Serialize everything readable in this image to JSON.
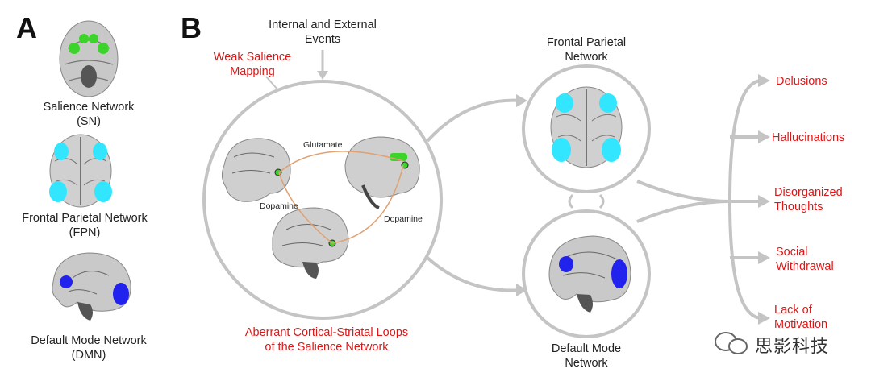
{
  "panel_a": {
    "letter": "A",
    "networks": [
      {
        "name": "Salience Network",
        "abbr": "(SN)",
        "color": "#3cd42a"
      },
      {
        "name": "Frontal Parietal Network",
        "abbr": "(FPN)",
        "color": "#33e6ff"
      },
      {
        "name": "Default Mode Network",
        "abbr": "(DMN)",
        "color": "#2222ee"
      }
    ]
  },
  "panel_b": {
    "letter": "B",
    "input_label": [
      "Internal and External",
      "Events"
    ],
    "weak_salience": [
      "Weak Salience",
      "Mapping"
    ],
    "loop_caption": [
      "Aberrant Cortical-Striatal Loops",
      "of the Salience Network"
    ],
    "pathway_labels": {
      "glutamate": "Glutamate",
      "dopamine_left": "Dopamine",
      "dopamine_right": "Dopamine"
    },
    "fpn_title": [
      "Frontal Parietal",
      "Network"
    ],
    "dmn_title": [
      "Default Mode",
      "Network"
    ],
    "symptoms": [
      [
        "Delusions"
      ],
      [
        "Hallucinations"
      ],
      [
        "Disorganized",
        "Thoughts"
      ],
      [
        "Social",
        "Withdrawal"
      ],
      [
        "Lack of",
        "Motivation"
      ]
    ]
  },
  "watermark": "思影科技",
  "colors": {
    "arrow_gray": "#c4c4c4",
    "symptom_red": "#e01616",
    "pathway_orange": "#e0a070"
  }
}
